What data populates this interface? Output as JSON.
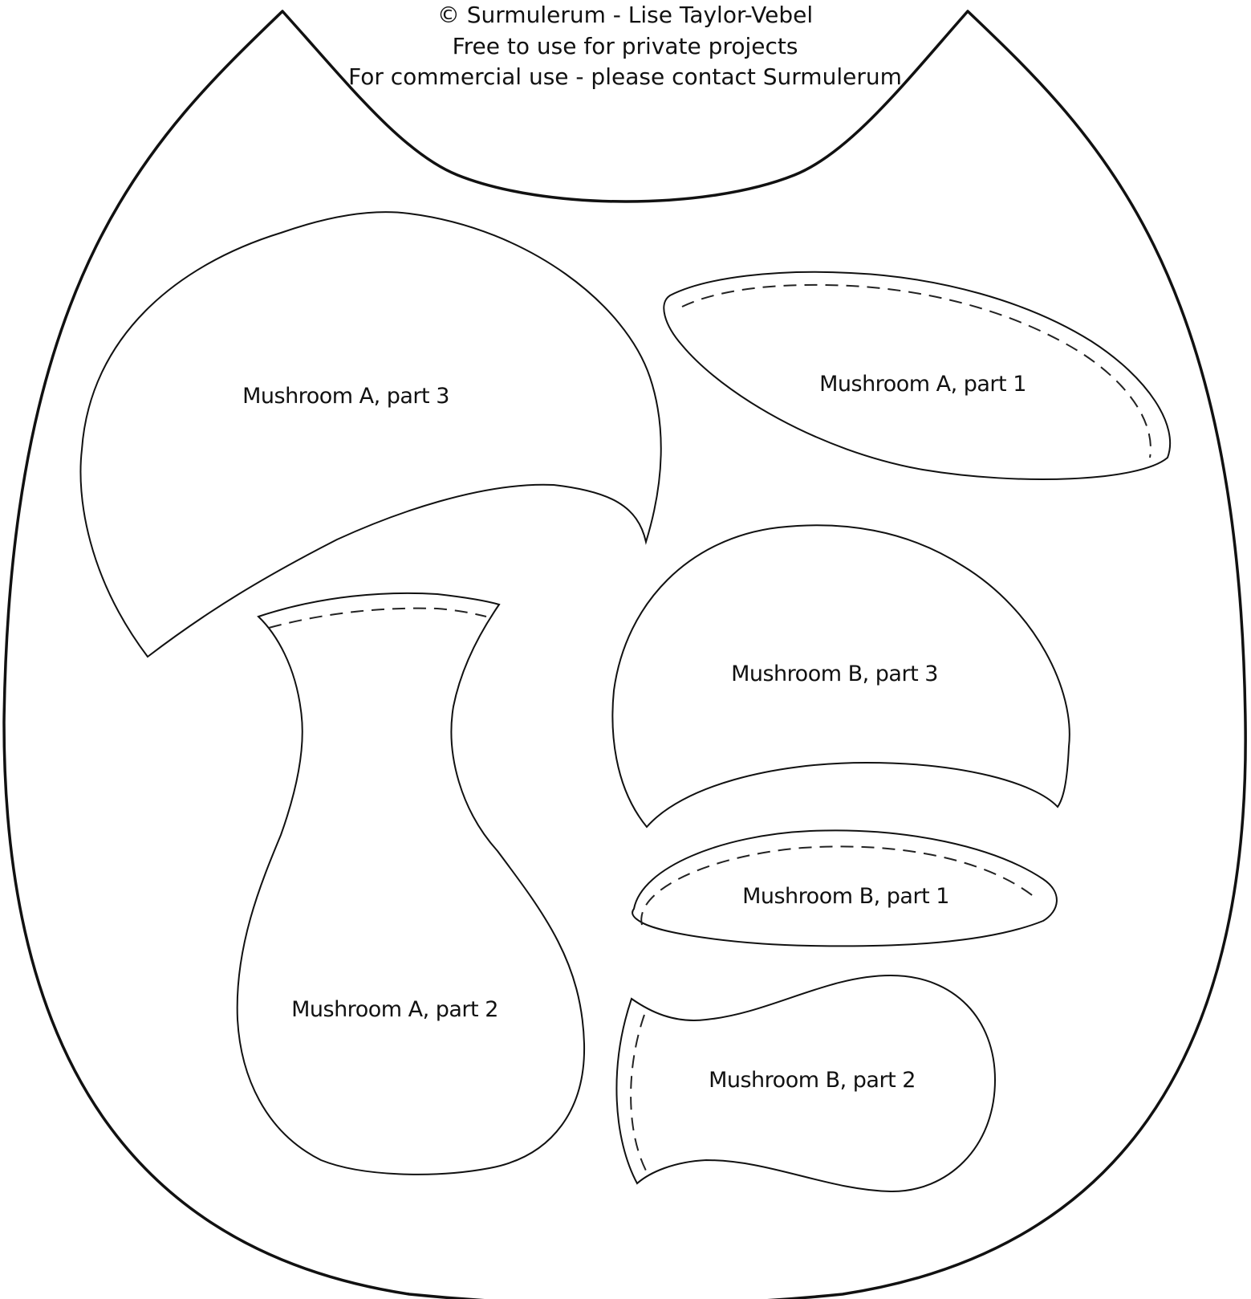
{
  "copyright": {
    "line1": "© Surmulerum - Lise Taylor-Vebel",
    "line2": "Free to use for private projects",
    "line3": "For commercial use - please contact Surmulerum"
  },
  "pieces": {
    "mushroom_a_part3": "Mushroom A, part 3",
    "mushroom_a_part1": "Mushroom A, part 1",
    "mushroom_b_part3": "Mushroom B, part 3",
    "mushroom_a_part2": "Mushroom A, part 2",
    "mushroom_b_part1": "Mushroom B, part 1",
    "mushroom_b_part2": "Mushroom B, part 2"
  },
  "colors": {
    "line": "#111111",
    "background": "#ffffff"
  }
}
